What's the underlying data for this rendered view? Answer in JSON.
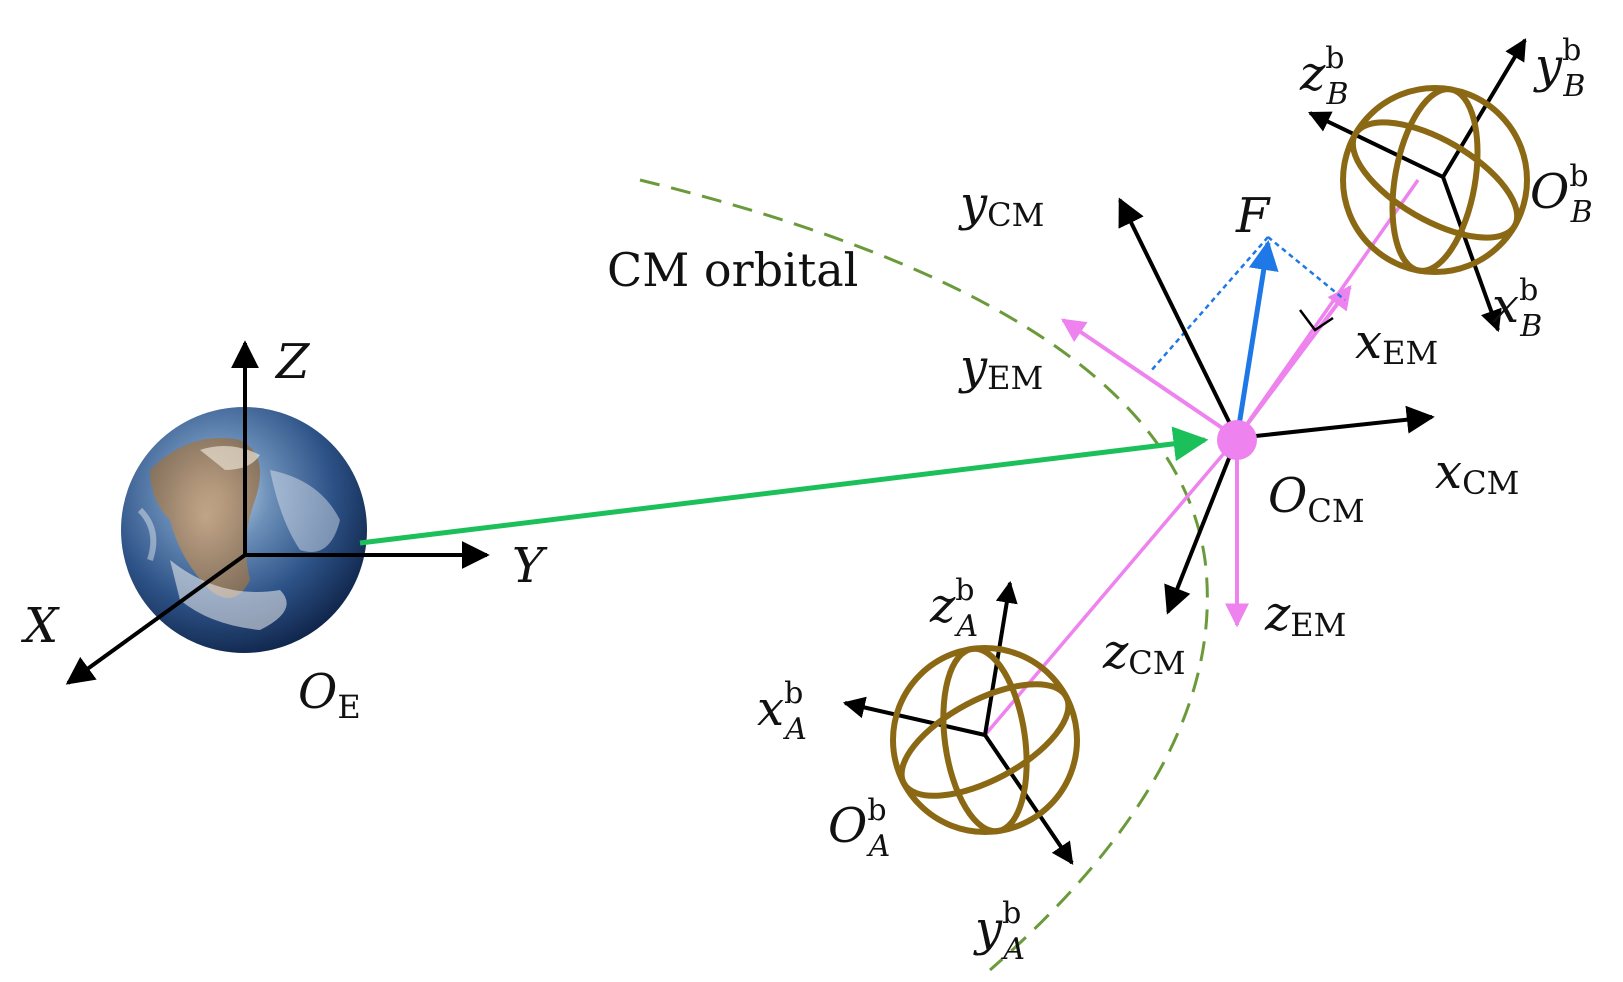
{
  "labels": {
    "orbit_caption": "CM orbital",
    "earth_x": "X",
    "earth_y": "Y",
    "earth_z": "Z",
    "earth_origin": "O",
    "earth_origin_sub": "E",
    "force": "F",
    "x_cm": "x",
    "y_cm": "y",
    "z_cm": "z",
    "cm_sub": "CM",
    "o_cm": "O",
    "x_em": "x",
    "y_em": "y",
    "z_em": "z",
    "em_sub": "EM",
    "b_sup": "b",
    "x_b": "x",
    "y_b": "y",
    "z_b": "z",
    "o_b": "O",
    "b_sub": "B",
    "x_a": "x",
    "y_a": "y",
    "z_a": "z",
    "o_a": "O",
    "a_sub": "A"
  },
  "colors": {
    "axis": "#000000",
    "position_vector": "#1cc05a",
    "em_frame": "#ee82ee",
    "force": "#1e78e6",
    "orbit": "#6a9a3a",
    "sphere": "#8b6914",
    "cm_point": "#ee82ee"
  },
  "icons": {
    "earth": "earth-globe-icon",
    "spacecraft_a": "wire-sphere-icon",
    "spacecraft_b": "wire-sphere-icon"
  }
}
